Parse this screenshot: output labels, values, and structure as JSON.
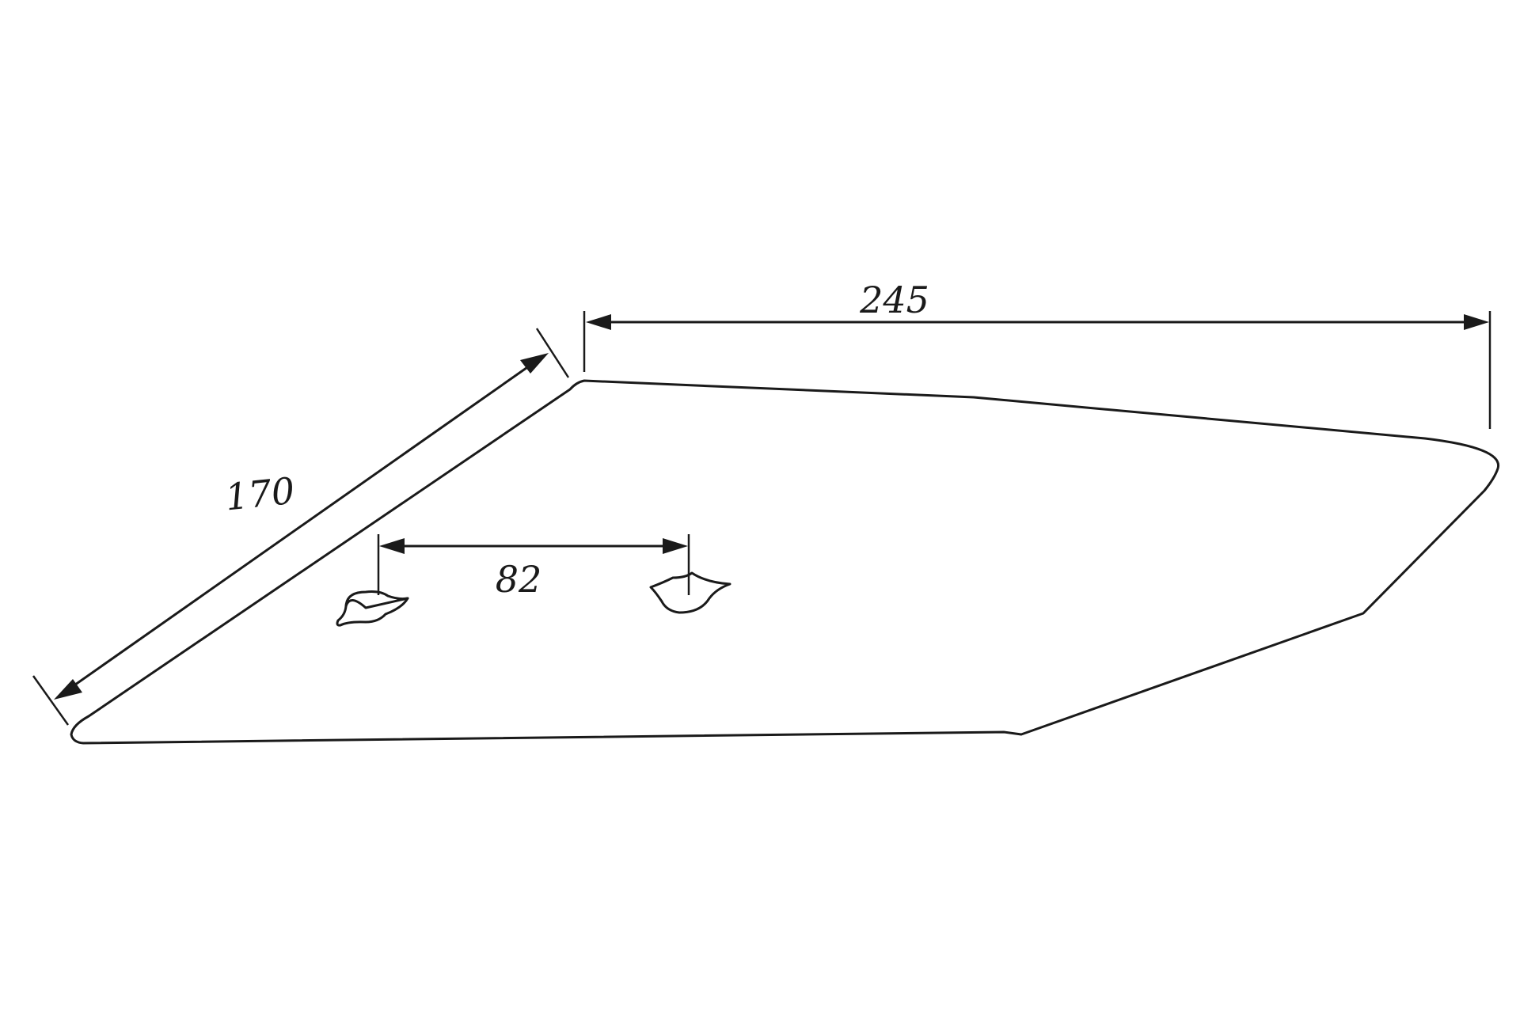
{
  "dimensions": {
    "top_width": "245",
    "slanted_edge": "170",
    "hole_spacing": "82"
  },
  "colors": {
    "background": "#ffffff",
    "line": "#1a1a1a"
  }
}
